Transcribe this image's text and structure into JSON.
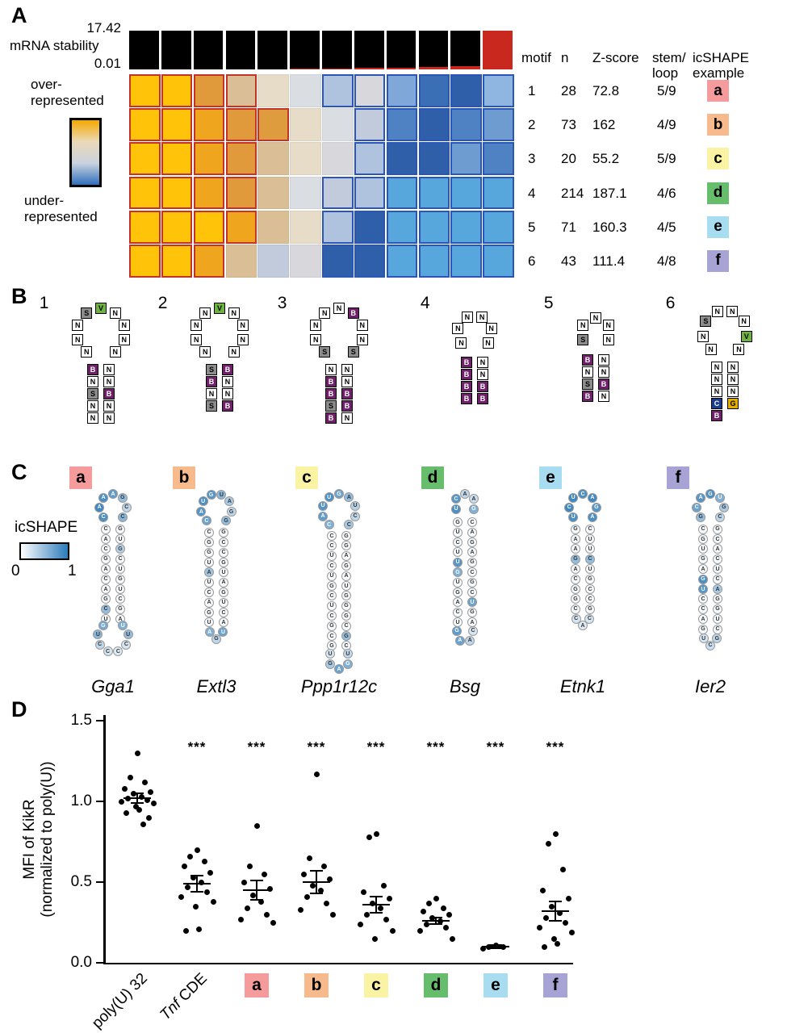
{
  "panelA": {
    "label": "A",
    "stability_max": "17.42",
    "stability_label": "mRNA stability",
    "stability_min": "0.01",
    "legend_over_line1": "over-",
    "legend_over_line2": "represented",
    "legend_under_line1": "under-",
    "legend_under_line2": "represented",
    "legend_gradient": [
      "#F5A800",
      "#EBD9B8",
      "#C9D2DE",
      "#2E6FBE"
    ],
    "bars": {
      "bar_color": "#000000",
      "highlight_color": "#C9281E",
      "red_fraction": [
        0,
        0,
        0,
        0,
        0,
        0.02,
        0.03,
        0.04,
        0.05,
        0.07,
        0.09,
        1
      ]
    },
    "table": {
      "headers": [
        [
          "motif"
        ],
        [
          "n"
        ],
        [
          "Z-score"
        ],
        [
          "stem/",
          "loop"
        ],
        [
          "icSHAPE",
          "example"
        ]
      ],
      "rows": [
        {
          "motif": "1",
          "n": "28",
          "z": "72.8",
          "sl": "5/9",
          "ex": "a",
          "color": "#F59B9B"
        },
        {
          "motif": "2",
          "n": "73",
          "z": "162",
          "sl": "4/9",
          "ex": "b",
          "color": "#F7BA8C"
        },
        {
          "motif": "3",
          "n": "20",
          "z": "55.2",
          "sl": "5/9",
          "ex": "c",
          "color": "#FAF3A4"
        },
        {
          "motif": "4",
          "n": "214",
          "z": "187.1",
          "sl": "4/6",
          "ex": "d",
          "color": "#66BE6C"
        },
        {
          "motif": "5",
          "n": "71",
          "z": "160.3",
          "sl": "4/5",
          "ex": "e",
          "color": "#A8DCF0"
        },
        {
          "motif": "6",
          "n": "43",
          "z": "111.4",
          "sl": "4/8",
          "ex": "f",
          "color": "#A7A3D4"
        }
      ]
    }
  },
  "panelB": {
    "label": "B",
    "square_colors": {
      "N": "#FFFFFF",
      "S": "#8C8C8C",
      "V": "#6DB33F",
      "B": "#6E2069",
      "C": "#1B3C8C",
      "G": "#E3AE00"
    },
    "motifs": [
      {
        "num": "1",
        "loop": [
          "N",
          "N",
          "N",
          "S",
          "V",
          "N",
          "N",
          "N",
          "N"
        ],
        "stem": [
          [
            "B",
            "N"
          ],
          [
            "N",
            "N"
          ],
          [
            "S",
            "B"
          ],
          [
            "N",
            "N"
          ],
          [
            "N",
            "N"
          ]
        ],
        "tail": []
      },
      {
        "num": "2",
        "loop": [
          "N",
          "N",
          "N",
          "N",
          "V",
          "N",
          "N",
          "N",
          "N"
        ],
        "stem": [
          [
            "S",
            "B"
          ],
          [
            "B",
            "N"
          ],
          [
            "N",
            "N"
          ],
          [
            "S",
            "B"
          ]
        ],
        "tail": []
      },
      {
        "num": "3",
        "loop": [
          "S",
          "N",
          "N",
          "N",
          "N",
          "B",
          "N",
          "N",
          "S"
        ],
        "stem": [
          [
            "N",
            "N"
          ],
          [
            "B",
            "N"
          ],
          [
            "B",
            "B"
          ],
          [
            "S",
            "B"
          ],
          [
            "B",
            "N"
          ]
        ],
        "tail": []
      },
      {
        "num": "4",
        "loop": [
          "N",
          "N",
          "N",
          "N",
          "N",
          "N"
        ],
        "stem": [
          [
            "B",
            "N"
          ],
          [
            "B",
            "N"
          ],
          [
            "B",
            "B"
          ],
          [
            "B",
            "B"
          ]
        ],
        "tail": []
      },
      {
        "num": "5",
        "loop": [
          "S",
          "N",
          "N",
          "N",
          "N"
        ],
        "stem": [
          [
            "B",
            "N"
          ],
          [
            "N",
            "N"
          ],
          [
            "S",
            "B"
          ],
          [
            "B",
            "N"
          ]
        ],
        "tail": []
      },
      {
        "num": "6",
        "loop": [
          "N",
          "N",
          "S",
          "N",
          "N",
          "N",
          "V",
          "N"
        ],
        "stem": [
          [
            "N",
            "N"
          ],
          [
            "N",
            "N"
          ],
          [
            "N",
            "N"
          ],
          [
            "C",
            "G"
          ]
        ],
        "tail": [
          "B"
        ]
      }
    ]
  },
  "panelC": {
    "label": "C",
    "icshape_label": "icSHAPE",
    "scale_min": "0",
    "scale_max": "1",
    "shade_low": "#FFFFFF",
    "shade_high": "#2B7BBA",
    "structures": [
      {
        "key": "a",
        "badge_color": "#F59B9B",
        "gene": "Gga1",
        "top": "CAAAGCC",
        "top_shade": [
          0.85,
          0.9,
          0.85,
          0.75,
          0.5,
          0.3,
          0.55
        ],
        "stem_left": "CACGACAGCU",
        "stem_right": "GUGCUGUCGA",
        "stem_hot": [
          [
            "L",
            8,
            0.5
          ],
          [
            "R",
            2,
            0.35
          ]
        ],
        "bottom": "UUCCCCUG",
        "bottom_shade": [
          0.6,
          0.5,
          0.2,
          0.15,
          0.2,
          0.3,
          0.55,
          0.65
        ]
      },
      {
        "key": "b",
        "badge_color": "#F7BA8C",
        "gene": "Extl3",
        "top": "CAUGUAGG",
        "top_shade": [
          0.7,
          0.8,
          0.85,
          0.8,
          0.55,
          0.4,
          0.3,
          0.5
        ],
        "stem_left": "CGGUAUCAGU",
        "stem_right": "GCCGUAGUCA",
        "stem_hot": [
          [
            "L",
            4,
            0.45
          ]
        ],
        "bottom": "UGA",
        "bottom_shade": [
          0.7,
          0.3,
          0.6
        ]
      },
      {
        "key": "c",
        "badge_color": "#FAF3A4",
        "gene": "Ppp1r12c",
        "top": "CAUUGAUCC",
        "top_shade": [
          0.6,
          0.75,
          0.8,
          0.85,
          0.7,
          0.5,
          0.35,
          0.3,
          0.4
        ],
        "stem_left": "CCUCUGCUCGCG",
        "stem_right": "GGAGAUGGGCGC",
        "stem_hot": [
          [
            "R",
            10,
            0.5
          ]
        ],
        "bottom": "UGAGU",
        "bottom_shade": [
          0.3,
          0.6,
          0.7,
          0.4,
          0.2
        ]
      },
      {
        "key": "d",
        "badge_color": "#66BE6C",
        "gene": "Bsg",
        "top": "UCAAG",
        "top_shade": [
          0.85,
          0.8,
          0.3,
          0.25,
          0.6
        ],
        "stem_left": "GUCUUGUGACU",
        "stem_right": "CAGAGCGCUGA",
        "stem_hot": [
          [
            "L",
            4,
            0.8
          ],
          [
            "L",
            5,
            0.6
          ],
          [
            "R",
            8,
            0.7
          ]
        ],
        "bottom": "CAAG",
        "bottom_shade": [
          0.2,
          0.3,
          0.7,
          0.75
        ]
      },
      {
        "key": "e",
        "badge_color": "#A8DCF0",
        "gene": "Etnk1",
        "top": "UCUCAGA",
        "top_shade": [
          0.85,
          0.9,
          0.9,
          0.85,
          0.9,
          0.8,
          0.85
        ],
        "stem_left": "GAAGACGGC",
        "stem_right": "CUUCUGCCG",
        "stem_hot": [
          [
            "L",
            3,
            0.5
          ],
          [
            "R",
            3,
            0.5
          ]
        ],
        "bottom": "CAC",
        "bottom_shade": [
          0.2,
          0.15,
          0.2
        ]
      },
      {
        "key": "f",
        "badge_color": "#A7A3D4",
        "gene": "Ier2",
        "top": "GCAGUGC",
        "top_shade": [
          0.5,
          0.7,
          0.8,
          0.85,
          0.6,
          0.4,
          0.3
        ],
        "stem_left": "CGUGAGUCCAG",
        "stem_right": "GCACUCAGGUC",
        "stem_hot": [
          [
            "L",
            5,
            0.85
          ],
          [
            "L",
            6,
            0.8
          ],
          [
            "R",
            6,
            0.4
          ]
        ],
        "bottom": "GCU",
        "bottom_shade": [
          0.3,
          0.25,
          0.2
        ]
      }
    ]
  },
  "panelD": {
    "label": "D",
    "ylabel_line1": "MFI of KikR",
    "ylabel_line2": "(normalized to poly(U))"
  },
  "chart_data": [
    {
      "type": "heatmap",
      "title": "motif over/under-representation across mRNA stability bins",
      "row_labels": [
        "1",
        "2",
        "3",
        "4",
        "5",
        "6"
      ],
      "n_cols": 12,
      "over_border": "#C33327",
      "under_border": "#2C55B8",
      "colors": [
        [
          "#FFC40A",
          "#FFC40A",
          "#E09A3C",
          "#D9BE96",
          "#E6DCC8",
          "#DADDE2",
          "#AFC3DF",
          "#D8D8DC",
          "#7FA8D8",
          "#3B6FB5",
          "#2E5FA8",
          "#8FB6E0"
        ],
        [
          "#FFC40A",
          "#FFC40A",
          "#F0A51E",
          "#E09A3C",
          "#DE9C3F",
          "#E6DCC8",
          "#DADDE2",
          "#C2CBDC",
          "#4F82C2",
          "#2E5FA8",
          "#4F82C2",
          "#6F9CD0"
        ],
        [
          "#FFC40A",
          "#FFC40A",
          "#F0A51E",
          "#E09A3C",
          "#D9BE96",
          "#E6DCC8",
          "#D8D8DC",
          "#AFC3DF",
          "#2E5FA8",
          "#2E5FA8",
          "#6F9CD0",
          "#4F82C2"
        ],
        [
          "#FFC40A",
          "#FFC40A",
          "#F0A51E",
          "#E09A3C",
          "#D9BE96",
          "#DADDE2",
          "#C2CBDC",
          "#AFC3DF",
          "#57A7DC",
          "#57A7DC",
          "#57A7DC",
          "#57A7DC"
        ],
        [
          "#FFC40A",
          "#FFC40A",
          "#FFC40A",
          "#F0A51E",
          "#D9BE96",
          "#E6DCC8",
          "#AFC3DF",
          "#2E5FA8",
          "#57A7DC",
          "#57A7DC",
          "#57A7DC",
          "#57A7DC"
        ],
        [
          "#FFC40A",
          "#FFC40A",
          "#F0A51E",
          "#D9BE96",
          "#C2CBDC",
          "#D8D8DC",
          "#2E5FA8",
          "#2E5FA8",
          "#57A7DC",
          "#57A7DC",
          "#57A7DC",
          "#57A7DC"
        ]
      ],
      "red_span": [
        [
          0,
          4
        ],
        [
          0,
          5
        ],
        [
          0,
          4
        ],
        [
          0,
          4
        ],
        [
          0,
          4
        ],
        [
          0,
          3
        ]
      ],
      "blue_span": [
        [
          6,
          12
        ],
        [
          7,
          12
        ],
        [
          7,
          12
        ],
        [
          6,
          12
        ],
        [
          6,
          12
        ],
        [
          6,
          12
        ]
      ]
    },
    {
      "type": "scatter",
      "title": "",
      "ylabel": "MFI of KikR (normalized to poly(U))",
      "ylim": [
        0,
        1.5
      ],
      "yticks": [
        0,
        0.5,
        1,
        1.5
      ],
      "categories": [
        "poly(U) 32",
        "Tnf CDE",
        "a",
        "b",
        "c",
        "d",
        "e",
        "f"
      ],
      "x_labels": [
        {
          "italic": "",
          "rest": "poly(U) 32",
          "box": ""
        },
        {
          "italic": "Tnf",
          "rest": " CDE",
          "box": ""
        },
        {
          "italic": "",
          "rest": "a",
          "box": "#F59B9B"
        },
        {
          "italic": "",
          "rest": "b",
          "box": "#F7BA8C"
        },
        {
          "italic": "",
          "rest": "c",
          "box": "#FAF3A4"
        },
        {
          "italic": "",
          "rest": "d",
          "box": "#66BE6C"
        },
        {
          "italic": "",
          "rest": "e",
          "box": "#A8DCF0"
        },
        {
          "italic": "",
          "rest": "f",
          "box": "#A7A3D4"
        }
      ],
      "significance": [
        "",
        "***",
        "***",
        "***",
        "***",
        "***",
        "***",
        "***"
      ],
      "groups": [
        {
          "name": "poly(U) 32",
          "mean": 1.02,
          "sem": 0.03,
          "points": [
            1.3,
            1.15,
            1.12,
            1.08,
            1.06,
            1.05,
            1.03,
            1.02,
            1.01,
            1.0,
            0.99,
            0.97,
            0.95,
            0.93,
            0.9,
            0.86
          ]
        },
        {
          "name": "Tnf CDE",
          "mean": 0.49,
          "sem": 0.05,
          "points": [
            0.7,
            0.66,
            0.63,
            0.6,
            0.56,
            0.53,
            0.5,
            0.47,
            0.44,
            0.41,
            0.38,
            0.35,
            0.21,
            0.2
          ]
        },
        {
          "name": "a",
          "mean": 0.45,
          "sem": 0.06,
          "points": [
            0.85,
            0.6,
            0.55,
            0.5,
            0.46,
            0.42,
            0.38,
            0.34,
            0.3,
            0.27,
            0.25
          ]
        },
        {
          "name": "b",
          "mean": 0.5,
          "sem": 0.07,
          "points": [
            1.17,
            0.65,
            0.6,
            0.55,
            0.52,
            0.48,
            0.45,
            0.41,
            0.37,
            0.33,
            0.3
          ]
        },
        {
          "name": "c",
          "mean": 0.36,
          "sem": 0.05,
          "points": [
            0.8,
            0.78,
            0.48,
            0.44,
            0.4,
            0.37,
            0.34,
            0.3,
            0.27,
            0.24,
            0.2,
            0.15
          ]
        },
        {
          "name": "d",
          "mean": 0.26,
          "sem": 0.02,
          "points": [
            0.4,
            0.37,
            0.34,
            0.32,
            0.3,
            0.28,
            0.26,
            0.24,
            0.22,
            0.2,
            0.15
          ]
        },
        {
          "name": "e",
          "mean": 0.1,
          "sem": 0.01,
          "points": [
            0.11,
            0.1,
            0.1,
            0.09
          ]
        },
        {
          "name": "f",
          "mean": 0.32,
          "sem": 0.06,
          "points": [
            0.8,
            0.74,
            0.58,
            0.45,
            0.4,
            0.35,
            0.31,
            0.28,
            0.25,
            0.22,
            0.19,
            0.15,
            0.12,
            0.1
          ]
        }
      ]
    }
  ]
}
